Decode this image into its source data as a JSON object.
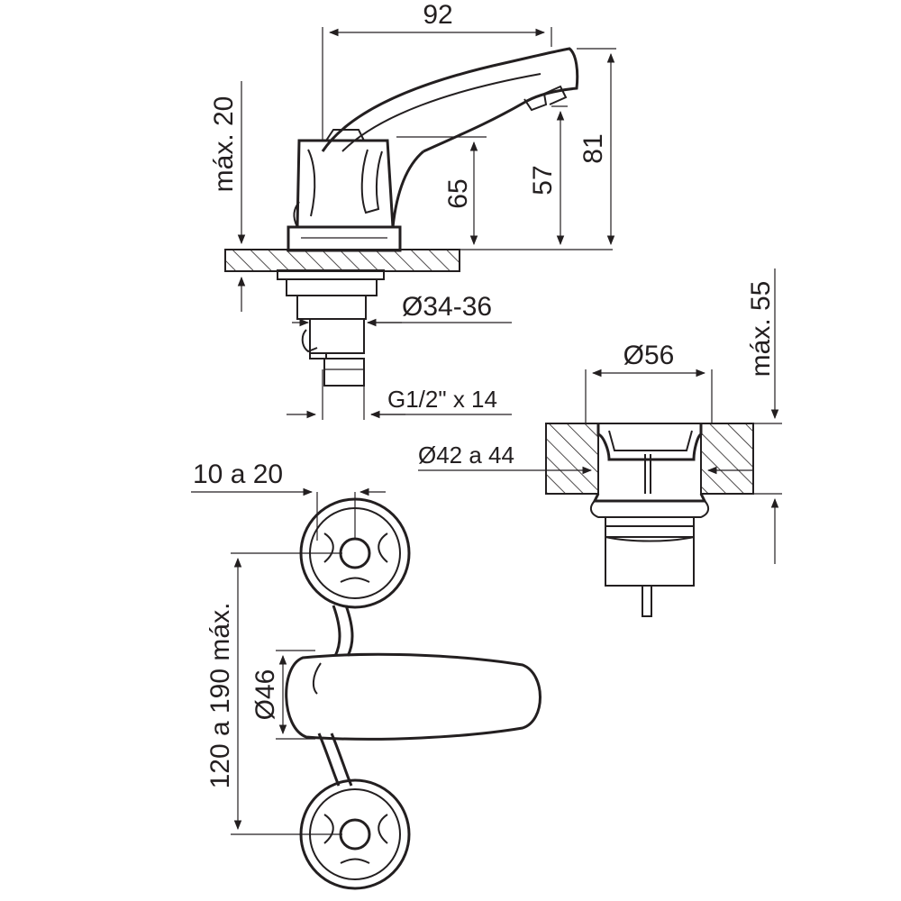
{
  "drawing": {
    "dimensions": {
      "spout_reach": "92",
      "max_20": "máx. 20",
      "h65": "65",
      "h57": "57",
      "h81": "81",
      "diam_34_36": "Ø34-36",
      "thread": "G1/2\" x 14",
      "max_55": "máx. 55",
      "diam_56": "Ø56",
      "diam_42_44": "Ø42 a 44",
      "range_10_20": "10 a 20",
      "range_120_190": "120 a 190 máx.",
      "diam_46": "Ø46"
    },
    "colors": {
      "line": "#231f20",
      "background": "#ffffff"
    }
  }
}
